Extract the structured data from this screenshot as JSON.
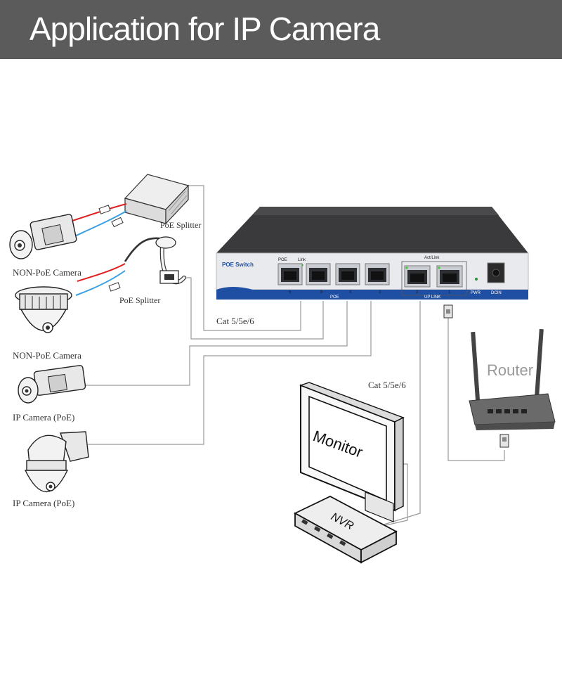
{
  "header": {
    "title": "Application for IP Camera"
  },
  "switch": {
    "brand": "POE Switch",
    "poe_led_label": "POE",
    "link_led_label": "Link",
    "act_link_label": "Act/Link",
    "poe_ports": [
      "6",
      "5",
      "4",
      "3"
    ],
    "uplink_ports": [
      "2",
      "1"
    ],
    "poe_group_label": "POE",
    "uplink_group_label": "UP LINK",
    "pwr_label": "PWR",
    "dcin_label": "DCIN"
  },
  "devices": {
    "poe_splitter_1": "PoE Splitter",
    "poe_splitter_2": "PoE Splitter",
    "non_poe_camera_1": "NON-PoE Camera",
    "non_poe_camera_2": "NON-PoE Camera",
    "ip_camera_1": "IP Camera (PoE)",
    "ip_camera_2": "IP Camera (PoE)",
    "monitor": "Monitor",
    "nvr": "NVR",
    "router": "Router"
  },
  "cables": {
    "label_left": "Cat 5/5e/6",
    "label_right": "Cat 5/5e/6"
  },
  "colors": {
    "header_bg": "#5b5b5b",
    "switch_blue": "#1f4fa3",
    "switch_top": "#3a3a3c",
    "cable_red": "#e02020",
    "cable_blue": "#3aa0e0",
    "wire": "#9a9a9a"
  }
}
